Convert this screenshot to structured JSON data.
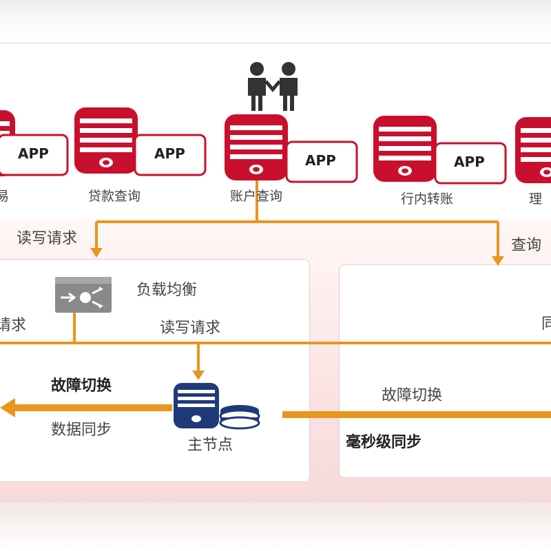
{
  "apps": [
    {
      "id": "app-0",
      "app_label": "APP",
      "service": "易"
    },
    {
      "id": "app-1",
      "app_label": "APP",
      "service": "贷款查询"
    },
    {
      "id": "app-2",
      "app_label": "APP",
      "service": "账户查询"
    },
    {
      "id": "app-3",
      "app_label": "APP",
      "service": "行内转账"
    },
    {
      "id": "app-4",
      "app_label": "",
      "service": "理"
    }
  ],
  "flows": {
    "read_write_request_top": "读写请求",
    "query_right": "查询",
    "request_left": "请求",
    "load_balancer": "负载均衡",
    "read_write_request_mid": "读写请求",
    "failover_left": "故障切换",
    "data_sync": "数据同步",
    "master_node": "主节点",
    "failover_right": "故障切换",
    "ms_sync": "毫秒级同步",
    "right_panel_partial": "同"
  },
  "colors": {
    "server_red": "#c8102e",
    "arrow_orange": "#e8961e",
    "db_navy": "#1f3a7a",
    "gray_device": "#8a8a8a"
  }
}
